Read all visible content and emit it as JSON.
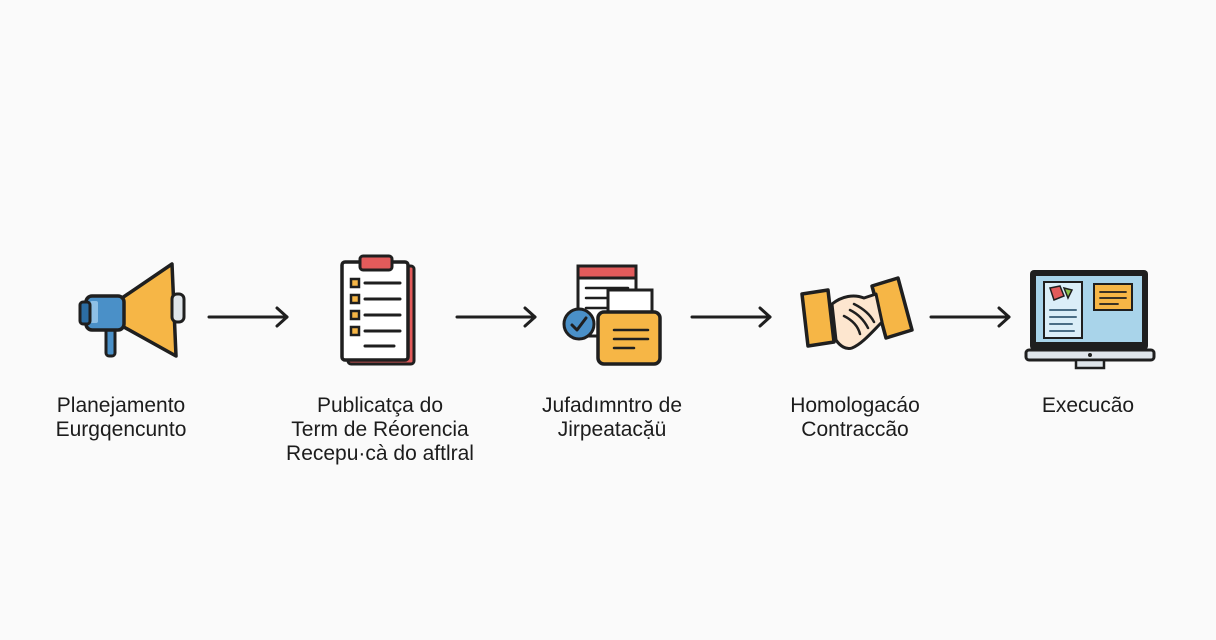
{
  "stages": [
    {
      "icon": "megaphone-icon",
      "lines": [
        "Planejamento",
        "Eurgqencunto"
      ]
    },
    {
      "icon": "clipboard-checklist-icon",
      "lines": [
        "Publicatça do",
        "Term de Réorencia",
        "Recepu·cà do aftlral"
      ]
    },
    {
      "icon": "documents-check-icon",
      "lines": [
        "Jufadımntro de",
        "Jirpeatacặü"
      ]
    },
    {
      "icon": "handshake-icon",
      "lines": [
        "Homologacáo",
        "Contraccão"
      ]
    },
    {
      "icon": "laptop-icon",
      "lines": [
        "Execucão"
      ]
    }
  ],
  "colors": {
    "outline": "#1f1f1f",
    "orange": "#f6b646",
    "blue": "#4a90c8",
    "red": "#e25b5b",
    "screen": "#a9d4ea",
    "skin": "#fde6cf"
  }
}
